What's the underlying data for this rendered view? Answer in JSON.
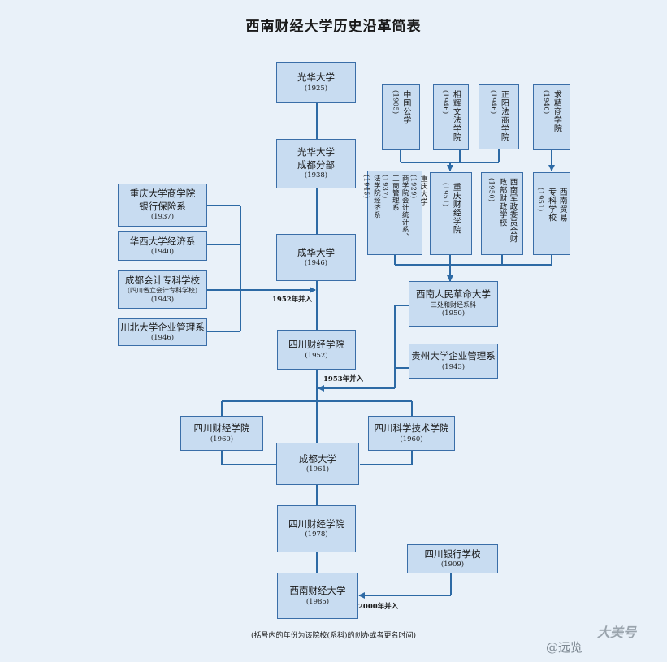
{
  "title": "西南财经大学历史沿革简表",
  "main": {
    "b1": {
      "name": "光华大学",
      "year": "(1925)"
    },
    "b2": {
      "line1": "光华大学",
      "line2": "成都分部",
      "year": "(1938)"
    },
    "b3": {
      "name": "成华大学",
      "year": "(1946)"
    },
    "b4": {
      "name": "四川财经学院",
      "year": "(1952)"
    },
    "b5": {
      "name": "成都大学",
      "year": "(1961)"
    },
    "b6": {
      "name": "四川财经学院",
      "year": "(1978)"
    },
    "b7": {
      "name": "西南财经大学",
      "year": "(1985)"
    }
  },
  "left": {
    "l1": {
      "line1": "重庆大学商学院",
      "line2": "银行保险系",
      "year": "(1937)"
    },
    "l2": {
      "name": "华西大学经济系",
      "year": "(1940)"
    },
    "l3": {
      "name": "成都会计专科学校",
      "sub": "(四川省立会计专科学校)",
      "year": "(1943)"
    },
    "l4": {
      "name": "川北大学企业管理系",
      "year": "(1946)"
    }
  },
  "top_right": {
    "t1": {
      "text": "中国公学",
      "year": "(1905)"
    },
    "t2": {
      "text": "相辉文法学院",
      "year": "(1946)"
    },
    "t3": {
      "text": "正阳法商学院",
      "year": "(1946)"
    },
    "t4": {
      "text": "求精商学院",
      "year": "(1940)"
    }
  },
  "mid_right": {
    "m1": {
      "col1": "重庆大学",
      "col1y": "(1929)",
      "col2": "商学院会计统计系、",
      "col3": "工商管理系",
      "col3y": "(1937)",
      "col4": "法学院经济系",
      "col4y": "(1945)"
    },
    "m2": {
      "text": "重庆财经学院",
      "year": "(1951)"
    },
    "m3": {
      "col1": "西南军政委员会财",
      "col2": "政部财政学校",
      "col2y": "(1950)"
    },
    "m4": {
      "col1": "西南贸易",
      "col2": "专科学校",
      "col2y": "(1951)"
    }
  },
  "right": {
    "r1": {
      "name": "西南人民革命大学",
      "sub": "三处和财经系科",
      "year": "(1950)"
    },
    "r2": {
      "name": "贵州大学企业管理系",
      "year": "(1943)"
    },
    "r3": {
      "name": "四川银行学校",
      "year": "(1909)"
    }
  },
  "split": {
    "s1": {
      "name": "四川财经学院",
      "year": "(1960)"
    },
    "s2": {
      "name": "四川科学技术学院",
      "year": "(1960)"
    }
  },
  "labels": {
    "merge1952": "1952年并入",
    "merge1953": "1953年并入",
    "merge2000": "2000年并入"
  },
  "footnote": "(括号内的年份为该院校(系科)的创办或者更名时间)",
  "watermark": {
    "text1": "大美号",
    "text2": "@远览"
  },
  "colors": {
    "box_fill": "#c8dcf1",
    "box_border": "#3a6ea8",
    "line": "#2d6aa5",
    "background": "#e9f1f9"
  }
}
